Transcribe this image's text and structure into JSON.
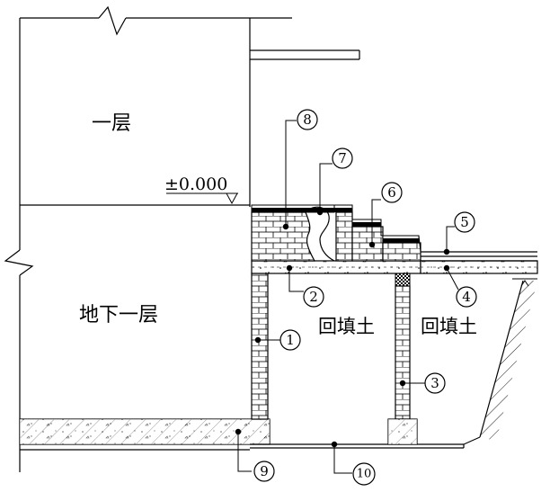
{
  "drawing": {
    "rooms": {
      "ground_floor": "一层",
      "basement": "地下一层"
    },
    "level_mark": "±0.000",
    "backfill_labels": [
      "回填土",
      "回填土"
    ],
    "callouts": [
      "1",
      "2",
      "3",
      "4",
      "5",
      "6",
      "7",
      "8",
      "9",
      "10"
    ]
  }
}
